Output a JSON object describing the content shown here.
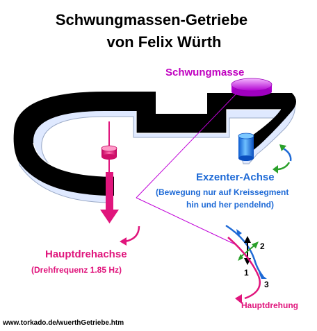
{
  "title_line1": "Schwungmassen-Getriebe",
  "title_line2": "von Felix Würth",
  "labels": {
    "schwungmasse": "Schwungmasse",
    "exzenter_achse": "Exzenter-Achse",
    "exzenter_note_line1": "(Bewegung nur auf Kreissegment",
    "exzenter_note_line2": "hin und her pendelnd)",
    "hauptdrehachse": "Hauptdrehachse",
    "drehfrequenz": "(Drehfrequenz 1.85 Hz)",
    "hauptdrehung": "Hauptdrehung",
    "vector_1": "1",
    "vector_2": "2",
    "vector_3": "3"
  },
  "url": "www.torkado.de/wuerthGetriebe.htm",
  "colors": {
    "magenta": "#c000c0",
    "violet": "#cc44ee",
    "blue": "#1e6ad6",
    "pink": "#e0157c",
    "green": "#2aa02a"
  }
}
